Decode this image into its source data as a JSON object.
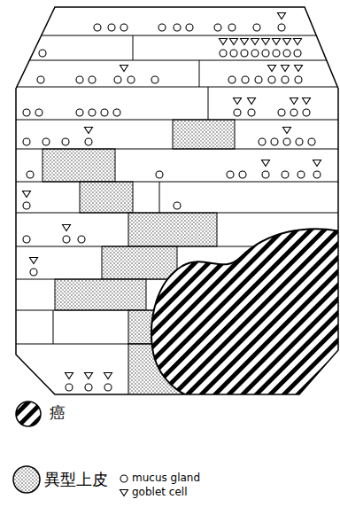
{
  "diagram": {
    "legend": [
      {
        "text": "癌"
      },
      {
        "text": "異型上皮"
      },
      {
        "text": "mucus gland"
      },
      {
        "text": "goblet cell"
      }
    ]
  }
}
